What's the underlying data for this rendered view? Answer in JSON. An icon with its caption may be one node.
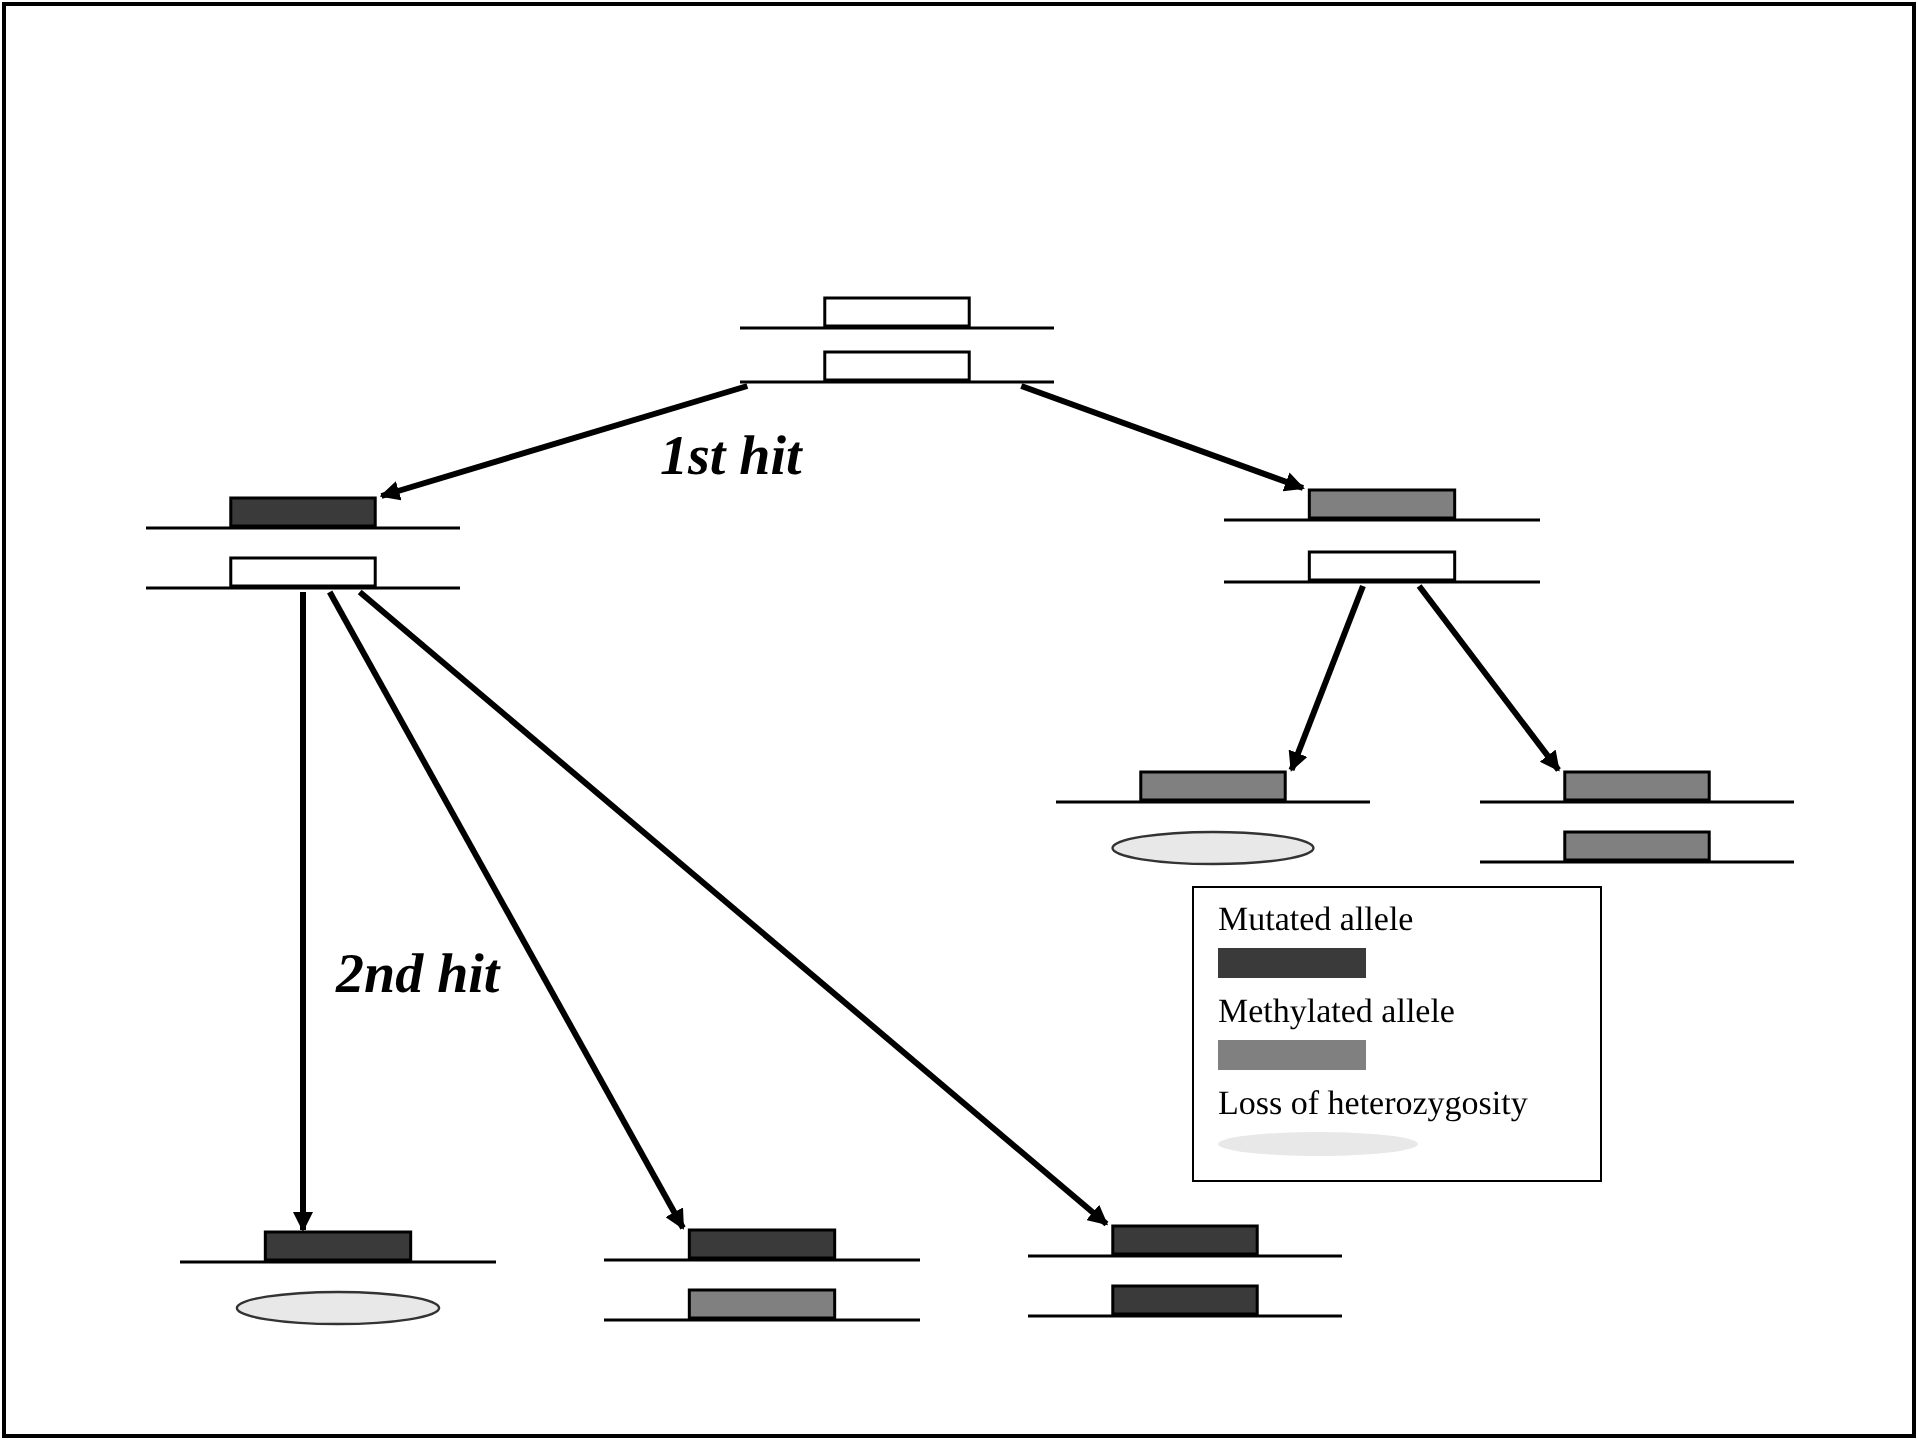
{
  "diagram": {
    "nodes": [
      {
        "text": [],
        "shape": "bar"
      },
      {
        "text": [],
        "shape": "bar"
      },
      {
        "text": [],
        "shape": "bar"
      },
      {
        "text": [],
        "shape": "bar"
      },
      {
        "text": [],
        "shape": "bar"
      },
      {
        "text": [],
        "shape": "bar"
      },
      {
        "text": [],
        "shape": "bar"
      },
      {
        "text": [],
        "shape": "bar"
      }
    ],
    "edges": [
      {
        "from": 0,
        "to": 1,
        "arrow": "to"
      },
      {
        "from": 0,
        "to": 2,
        "arrow": "to"
      },
      {
        "from": 2,
        "to": 3,
        "arrow": "to"
      },
      {
        "from": 2,
        "to": 4,
        "arrow": "to"
      },
      {
        "from": 1,
        "to": 5,
        "arrow": "to"
      },
      {
        "from": 1,
        "to": 6,
        "arrow": "to"
      },
      {
        "from": 1,
        "to": 7,
        "arrow": "to"
      }
    ],
    "labels": [
      "1st hit",
      "2nd hit"
    ],
    "legend": [
      {
        "text": "Mutated allele",
        "color": "#3a3a3a"
      },
      {
        "text": "Methylated allele",
        "color": "#808080"
      },
      {
        "text": "Loss of heterozygosity",
        "color": "#e8e8e8"
      }
    ]
  }
}
